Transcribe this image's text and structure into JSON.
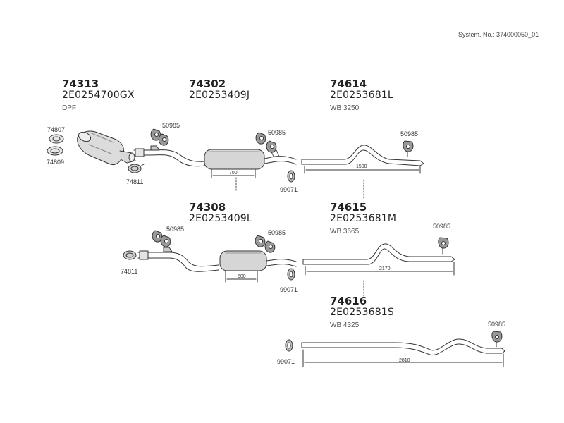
{
  "header": {
    "system_no": "System. No.: 374000050_01"
  },
  "groups": [
    {
      "part_no": "74313",
      "oe_no": "2E0254700GX",
      "note": "DPF"
    },
    {
      "part_no": "74302",
      "oe_no": "2E0253409J"
    },
    {
      "part_no": "74614",
      "oe_no": "2E0253681L",
      "note": "WB 3250"
    },
    {
      "part_no": "74308",
      "oe_no": "2E0253409L"
    },
    {
      "part_no": "74615",
      "oe_no": "2E0253681M",
      "note": "WB 3665"
    },
    {
      "part_no": "74616",
      "oe_no": "2E0253681S",
      "note": "WB 4325"
    }
  ],
  "tags": {
    "gasket": "74807",
    "ring": "74809",
    "clamp": "74811",
    "hanger": "50985",
    "clip": "99071"
  },
  "dimensions": {
    "d700": "700",
    "d1500": "1500",
    "d500": "500",
    "d2170": "2170",
    "d2810": "2810"
  }
}
